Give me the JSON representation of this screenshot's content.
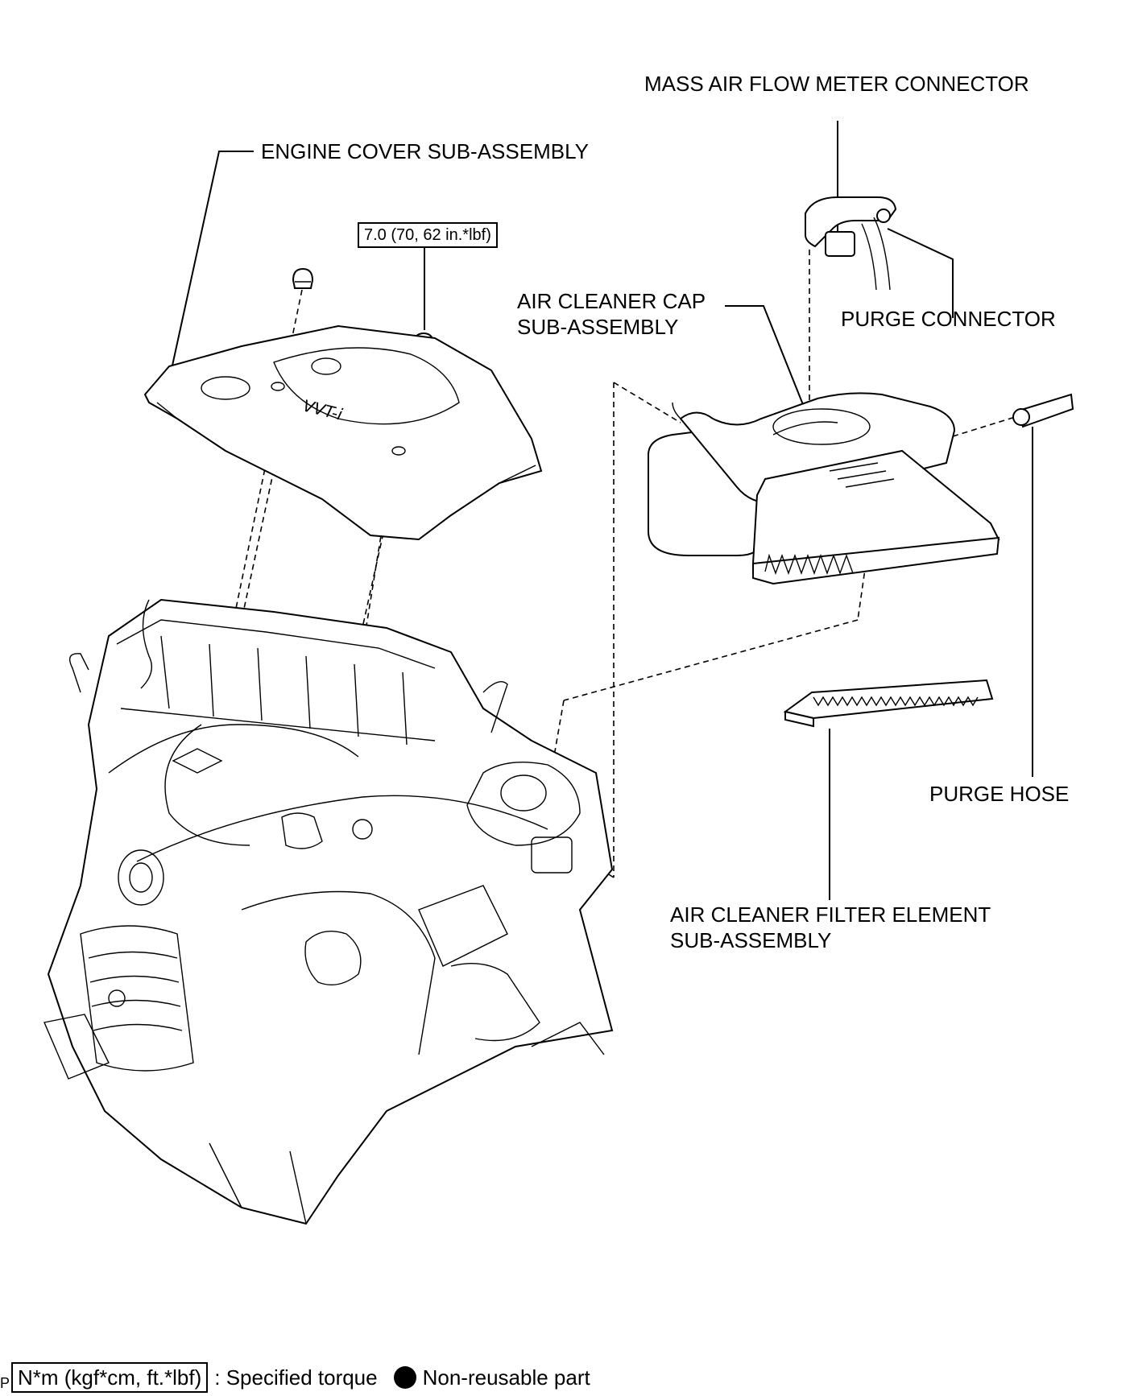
{
  "labels": {
    "mass_air_flow_meter_connector": "MASS AIR FLOW METER CONNECTOR",
    "engine_cover": "ENGINE COVER SUB-ASSEMBLY",
    "torque_spec": "7.0 (70, 62 in.*lbf)",
    "air_cleaner_cap_line1": "AIR CLEANER CAP",
    "air_cleaner_cap_line2": "SUB-ASSEMBLY",
    "purge_connector": "PURGE CONNECTOR",
    "purge_hose": "PURGE HOSE",
    "air_cleaner_filter_line1": "AIR CLEANER FILTER ELEMENT",
    "air_cleaner_filter_line2": "SUB-ASSEMBLY"
  },
  "legend": {
    "torque_unit": "N*m (kgf*cm, ft.*lbf)",
    "torque_desc": ": Specified torque",
    "non_reusable": "Non-reusable part"
  },
  "page_mark": "P"
}
